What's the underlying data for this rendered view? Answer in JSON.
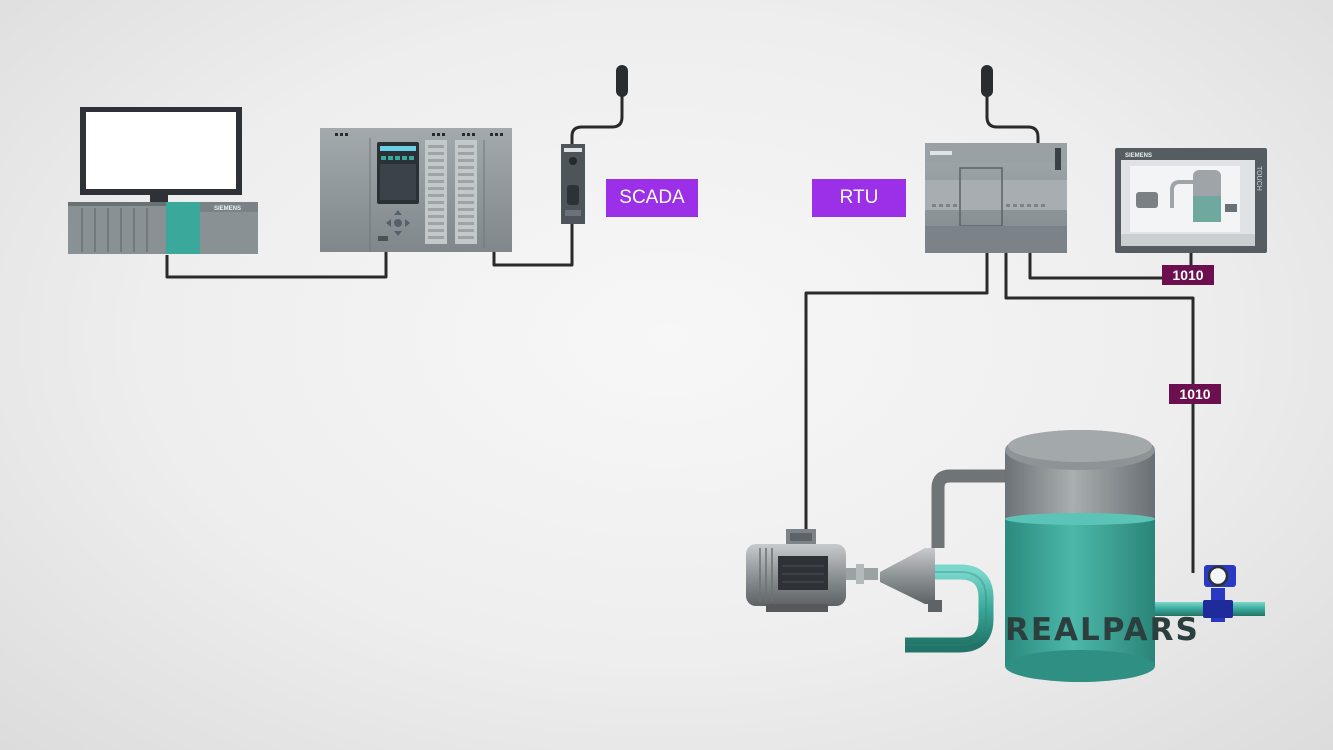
{
  "labels": {
    "scada": "SCADA",
    "rtu": "RTU",
    "signal_hmi": "1010",
    "signal_meter": "1010"
  },
  "device_text": {
    "siemens": "SIEMENS",
    "touch": "TOUCH"
  },
  "logo": "REALPARS",
  "colors": {
    "label_purple": "#9b30e8",
    "signal_maroon": "#6c0f4f",
    "tank_liquid": "#3aa89a",
    "cable": "#2a2a2a",
    "device_grey": "#8c9397"
  }
}
